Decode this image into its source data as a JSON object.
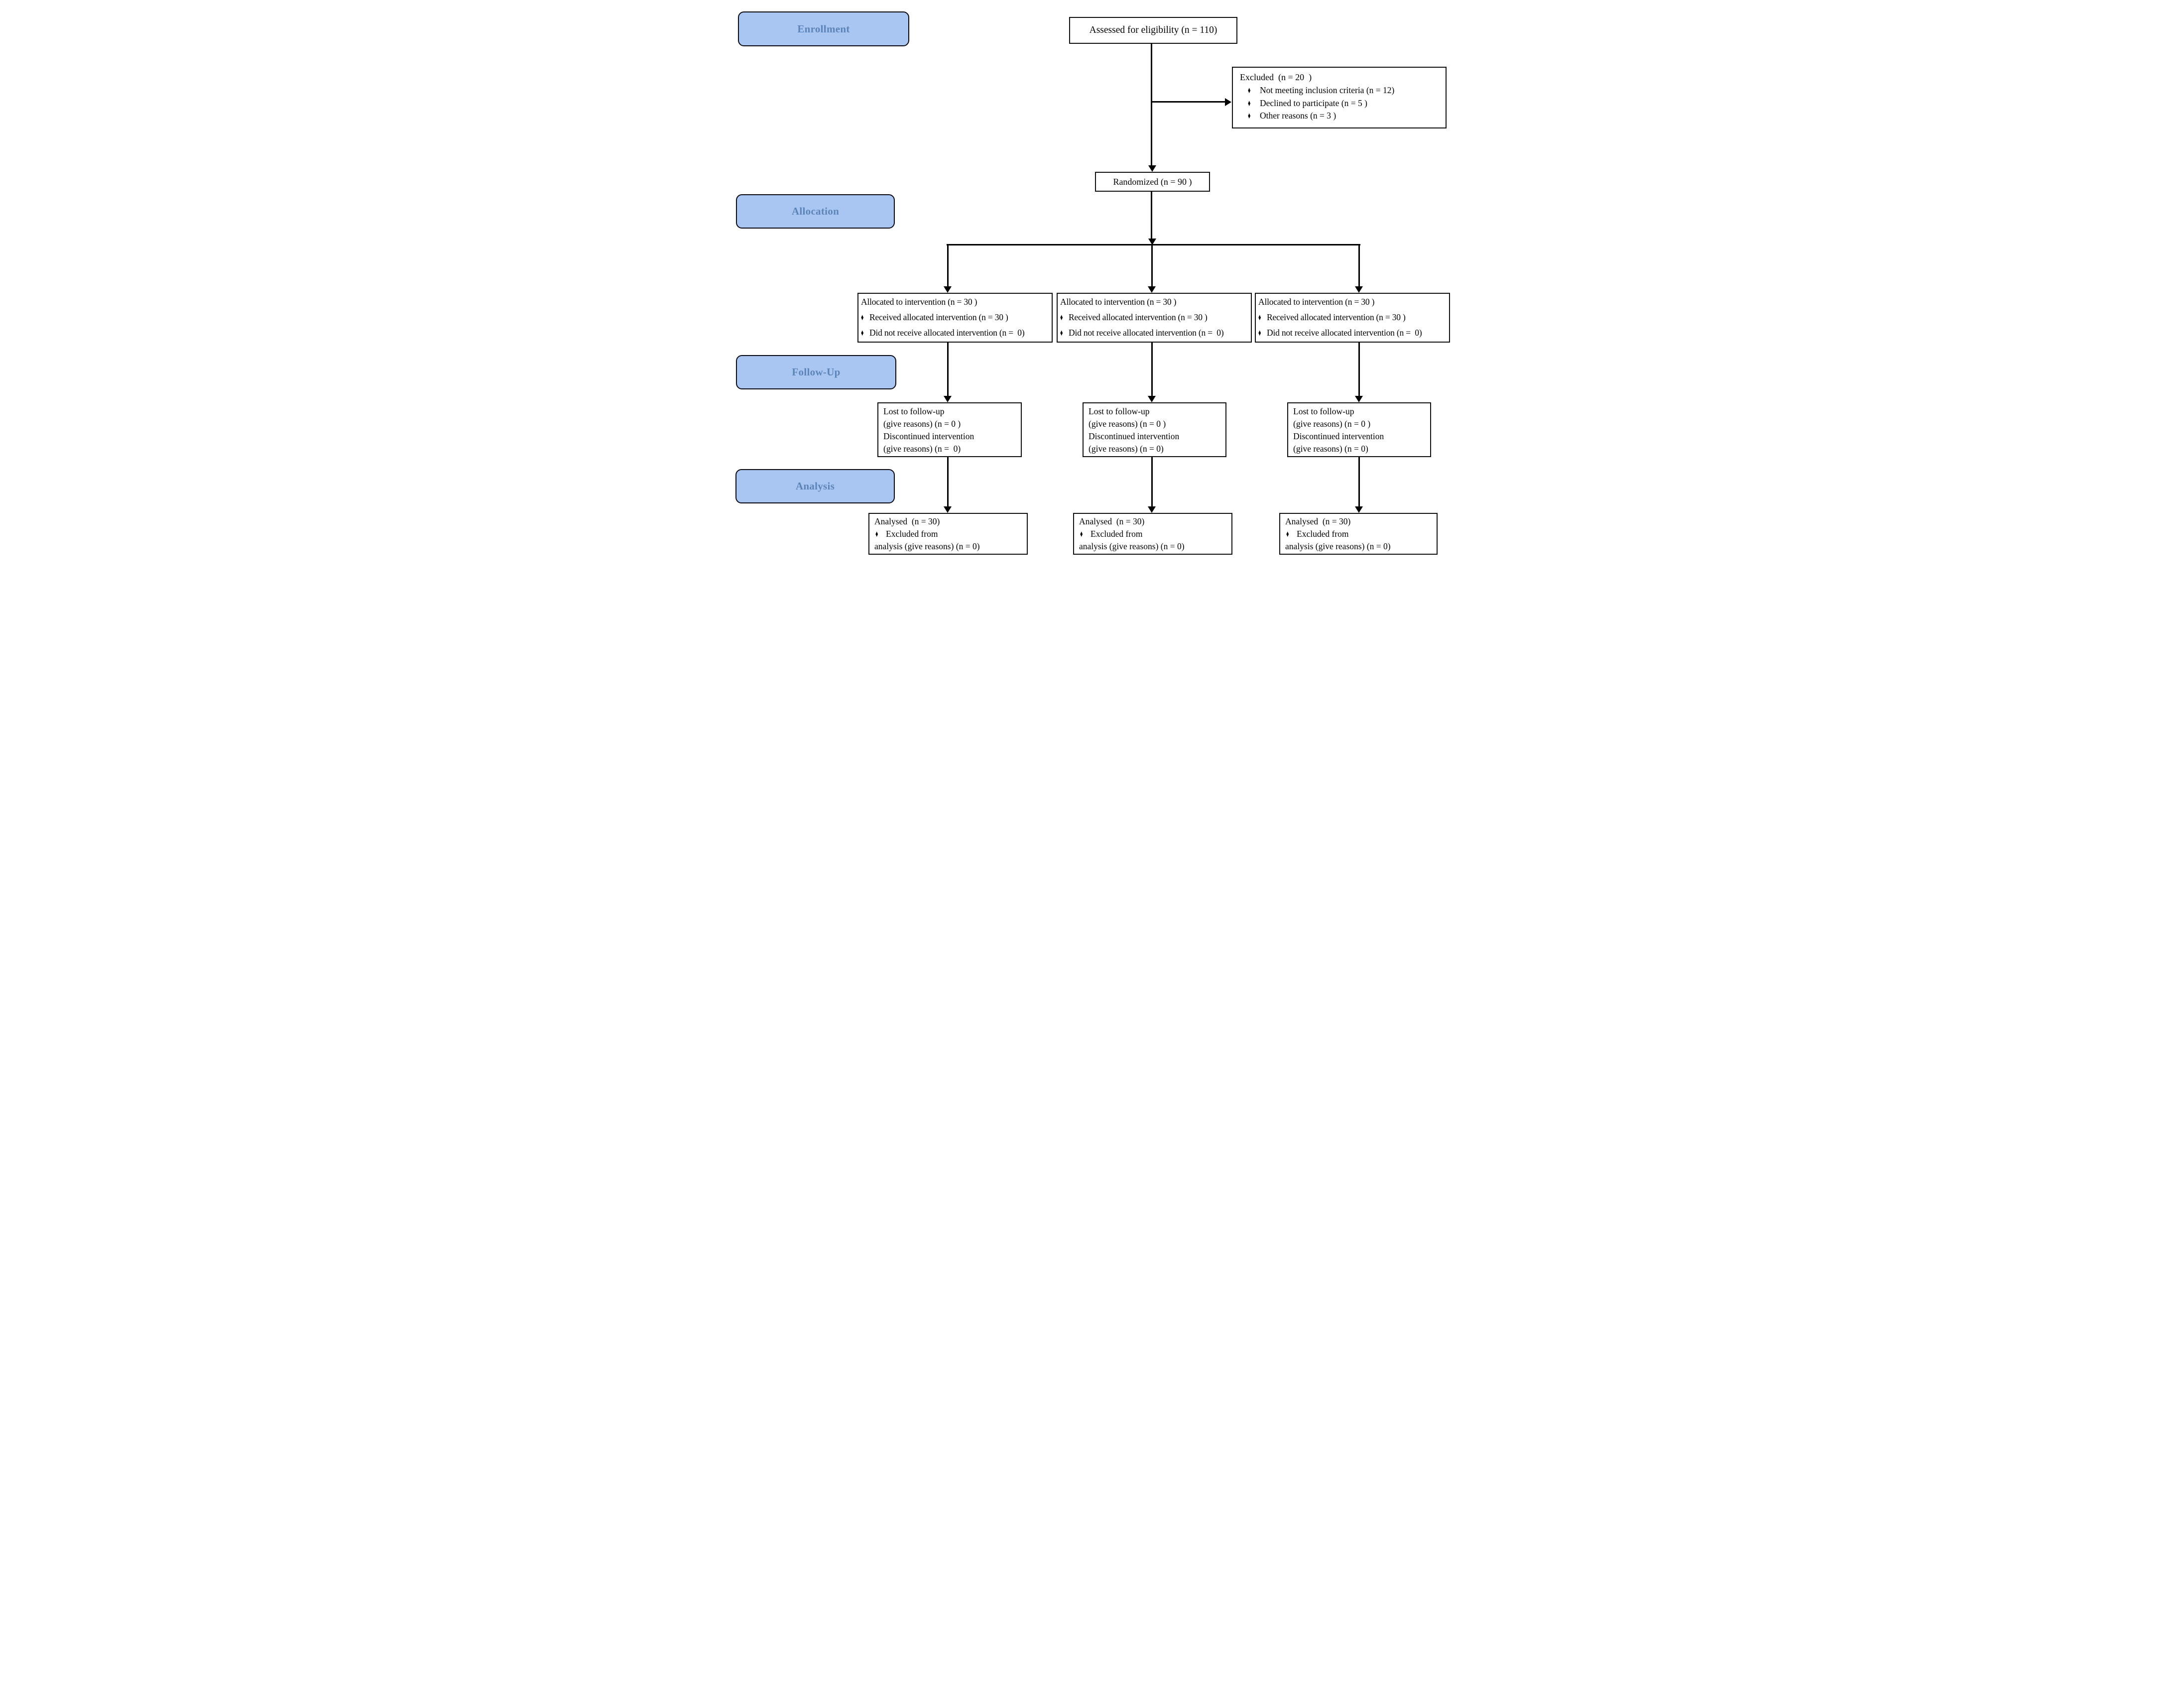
{
  "colors": {
    "stage_fill": "#a9c5f1",
    "stage_text": "#5b84b9",
    "line_color": "#000000"
  },
  "glyphs": {
    "diamond_bullet": "♦"
  },
  "stage_labels": {
    "enrollment": "Enrollment",
    "allocation": "Allocation",
    "follow_up": "Follow-Up",
    "analysis": "Analysis"
  },
  "enrollment": {
    "assessed": "Assessed for eligibility (n = 110)",
    "excluded": {
      "title": "Excluded  (n = 20  )",
      "items": [
        "Not meeting inclusion criteria (n = 12)",
        "Declined to participate (n = 5 )",
        "Other reasons (n = 3 )"
      ]
    },
    "randomized": "Randomized (n = 90 )"
  },
  "columns": [
    {
      "allocated": {
        "title": "Allocated to intervention (n = 30 )",
        "items": [
          "Received allocated intervention (n = 30 )",
          "Did not receive allocated intervention (n =  0)"
        ]
      },
      "follow_up": {
        "lines": [
          "Lost to follow-up",
          "(give reasons) (n = 0 )",
          "Discontinued intervention",
          "(give reasons) (n =  0)"
        ]
      },
      "analysed": {
        "title": "Analysed  (n = 30)",
        "bullet_line": "Excluded from",
        "continuation": "analysis (give reasons) (n = 0)"
      }
    },
    {
      "allocated": {
        "title": "Allocated to intervention (n = 30 )",
        "items": [
          "Received allocated intervention (n = 30 )",
          "Did not receive allocated intervention (n =  0)"
        ]
      },
      "follow_up": {
        "lines": [
          "Lost to follow-up",
          "(give reasons) (n = 0 )",
          "Discontinued intervention",
          "(give reasons) (n = 0)"
        ]
      },
      "analysed": {
        "title": "Analysed  (n = 30)",
        "bullet_line": "Excluded from",
        "continuation": "analysis (give reasons) (n = 0)"
      }
    },
    {
      "allocated": {
        "title": "Allocated to intervention (n = 30 )",
        "items": [
          "Received allocated intervention (n = 30 )",
          "Did not receive allocated intervention (n =  0)"
        ]
      },
      "follow_up": {
        "lines": [
          "Lost to follow-up",
          "(give reasons) (n = 0 )",
          "Discontinued intervention",
          "(give reasons) (n = 0)"
        ]
      },
      "analysed": {
        "title": "Analysed  (n = 30)",
        "bullet_line": "Excluded from",
        "continuation": "analysis (give reasons) (n = 0)"
      }
    }
  ]
}
